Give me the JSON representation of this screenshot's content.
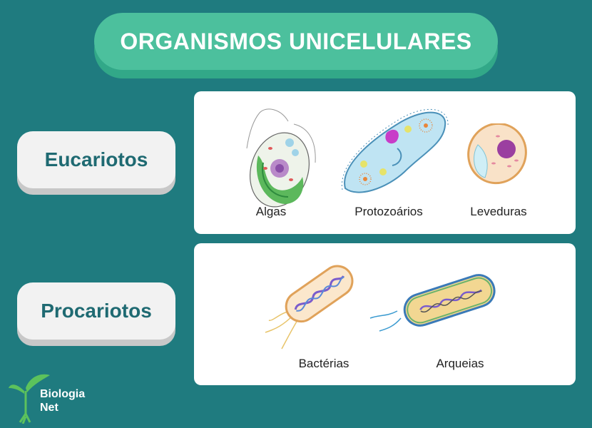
{
  "title": "ORGANISMOS UNICELULARES",
  "categories": {
    "eukaryotes": "Eucariotos",
    "prokaryotes": "Procariotos"
  },
  "eukaryote_examples": [
    "Algas",
    "Protozoários",
    "Leveduras"
  ],
  "prokaryote_examples": [
    "Bactérias",
    "Arqueias"
  ],
  "logo": {
    "line1": "Biologia",
    "line2": "Net"
  },
  "colors": {
    "background": "#1f7b7f",
    "title_pill": "#4cc09d",
    "category_text": "#1f6a72",
    "panel": "#ffffff"
  }
}
